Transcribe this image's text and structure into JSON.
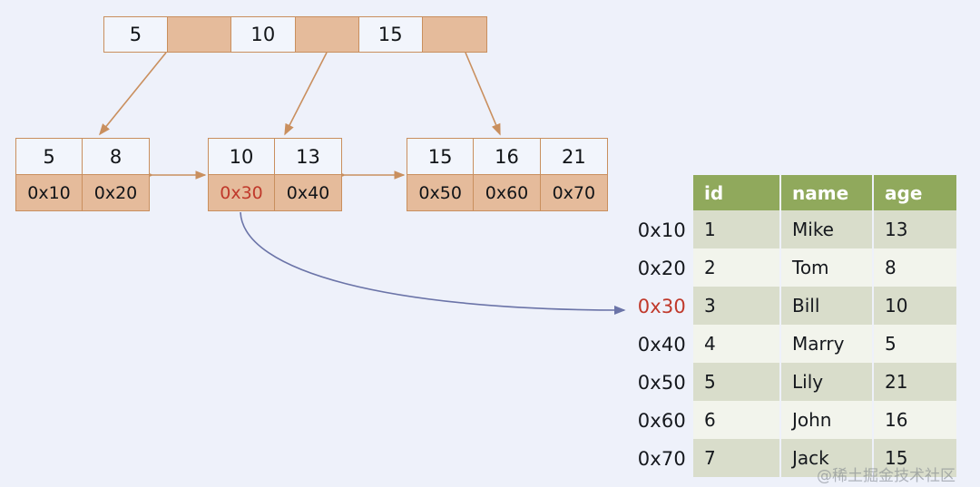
{
  "diagram": {
    "title": "B+ tree index to table rows",
    "colors": {
      "background": "#eef1fa",
      "node_border": "#c98f5e",
      "pointer_cell": "#e5bb9b",
      "key_cell": "#f2f5fc",
      "tree_arrow": "#c98f5e",
      "row_arrow": "#6b74a8",
      "highlight_text": "#c0392b",
      "table_header": "#90a95c",
      "table_row_odd": "#d9ddcb",
      "table_row_even": "#f2f4ec"
    }
  },
  "root_node": {
    "name": "root-internal-node",
    "cells": [
      {
        "type": "key",
        "label": "5"
      },
      {
        "type": "pointer",
        "label": ""
      },
      {
        "type": "key",
        "label": "10"
      },
      {
        "type": "pointer",
        "label": ""
      },
      {
        "type": "key",
        "label": "15"
      },
      {
        "type": "pointer",
        "label": ""
      }
    ]
  },
  "leaf_nodes": [
    {
      "name": "leaf-node-1",
      "keys": [
        "5",
        "8"
      ],
      "addresses": [
        {
          "label": "0x10",
          "highlight": false
        },
        {
          "label": "0x20",
          "highlight": false
        }
      ]
    },
    {
      "name": "leaf-node-2",
      "keys": [
        "10",
        "13"
      ],
      "addresses": [
        {
          "label": "0x30",
          "highlight": true
        },
        {
          "label": "0x40",
          "highlight": false
        }
      ]
    },
    {
      "name": "leaf-node-3",
      "keys": [
        "15",
        "16",
        "21"
      ],
      "addresses": [
        {
          "label": "0x50",
          "highlight": false
        },
        {
          "label": "0x60",
          "highlight": false
        },
        {
          "label": "0x70",
          "highlight": false
        }
      ]
    }
  ],
  "address_gutter": [
    {
      "label": "0x10",
      "highlight": false
    },
    {
      "label": "0x20",
      "highlight": false
    },
    {
      "label": "0x30",
      "highlight": true
    },
    {
      "label": "0x40",
      "highlight": false
    },
    {
      "label": "0x50",
      "highlight": false
    },
    {
      "label": "0x60",
      "highlight": false
    },
    {
      "label": "0x70",
      "highlight": false
    }
  ],
  "table": {
    "name": "data-table",
    "headers": [
      "id",
      "name",
      "age"
    ],
    "rows": [
      {
        "id": "1",
        "name": "Mike",
        "age": "13"
      },
      {
        "id": "2",
        "name": "Tom",
        "age": "8"
      },
      {
        "id": "3",
        "name": "Bill",
        "age": "10"
      },
      {
        "id": "4",
        "name": "Marry",
        "age": "5"
      },
      {
        "id": "5",
        "name": "Lily",
        "age": "21"
      },
      {
        "id": "6",
        "name": "John",
        "age": "16"
      },
      {
        "id": "7",
        "name": "Jack",
        "age": "15"
      }
    ]
  },
  "watermark": {
    "text": "@稀土掘金技术社区"
  }
}
